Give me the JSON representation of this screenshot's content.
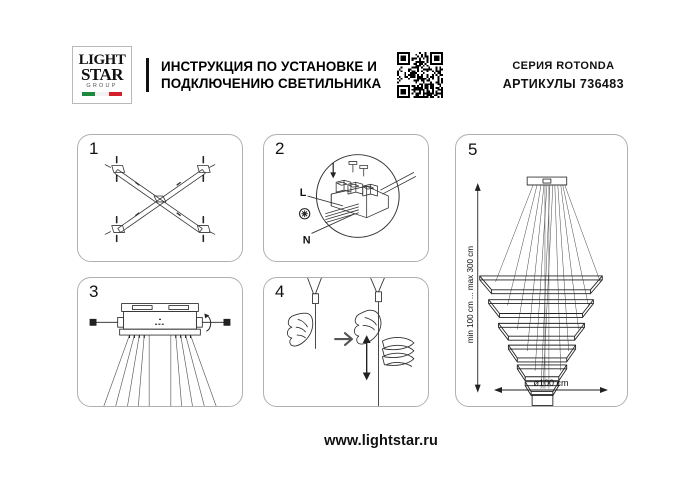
{
  "header": {
    "logo": {
      "line1": "LIGHT",
      "line2": "STAR",
      "line3": "GROUP",
      "flag_colors": [
        "#1a8a3c",
        "#f2f2f2",
        "#d3202a"
      ]
    },
    "title_line1": "ИНСТРУКЦИЯ ПО УСТАНОВКЕ И",
    "title_line2": "ПОДКЛЮЧЕНИЮ СВЕТИЛЬНИКА",
    "qr_label": "qr-code",
    "series_label": "СЕРИЯ ROTONDA",
    "article_label": "АРТИКУЛЫ 736483"
  },
  "panels": [
    {
      "number": "1",
      "name": "mounting-cross-bracket"
    },
    {
      "number": "2",
      "name": "terminal-block-wiring",
      "labels": {
        "live": "L",
        "neutral": "N",
        "earth": "earth-symbol"
      }
    },
    {
      "number": "3",
      "name": "canopy-cable-assembly"
    },
    {
      "number": "4",
      "name": "cable-length-adjustment"
    },
    {
      "number": "5",
      "name": "assembled-fixture-dimensions",
      "height_label": "min 100 cm ... max 300 cm",
      "diameter_label": "ø100 cm"
    }
  ],
  "footer": {
    "url": "www.lightstar.ru"
  },
  "colors": {
    "line": "#333333",
    "border": "#b0b0b0",
    "text": "#111111"
  }
}
